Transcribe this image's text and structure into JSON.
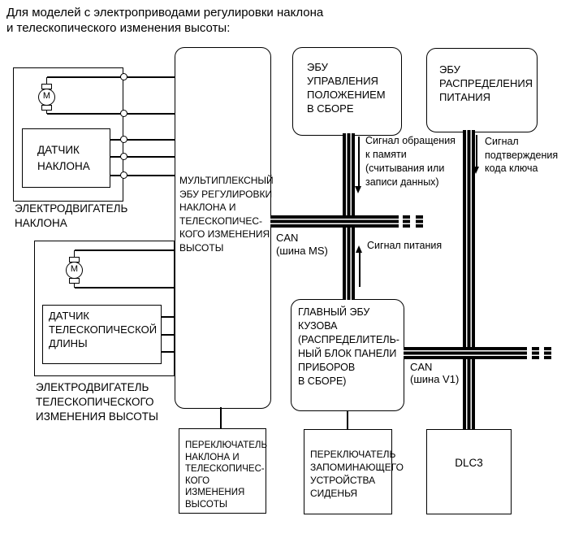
{
  "title": {
    "lines": [
      "Для моделей с электроприводами регулировки наклона",
      "и телескопического изменения высоты:"
    ]
  },
  "blocks": {
    "motor_letter": "M",
    "tilt_assembly": {
      "label_lines": [
        "ЭЛЕКТРОДВИГАТЕЛЬ",
        "НАКЛОНА"
      ]
    },
    "tilt_sensor": {
      "lines": [
        "ДАТЧИК",
        "НАКЛОНА"
      ]
    },
    "telescopic_assembly": {
      "label_lines": [
        "ЭЛЕКТРОДВИГАТЕЛЬ",
        "ТЕЛЕСКОПИЧЕСКОГО",
        "ИЗМЕНЕНИЯ ВЫСОТЫ"
      ]
    },
    "telescopic_sensor": {
      "lines": [
        "ДАТЧИК",
        "ТЕЛЕСКОПИЧЕСКОЙ",
        "ДЛИНЫ"
      ]
    },
    "multiplex_ecu": {
      "lines": [
        "МУЛЬТИПЛЕКСНЫЙ",
        "ЭБУ РЕГУЛИРОВКИ",
        "НАКЛОНА И",
        "ТЕЛЕСКОПИЧЕС-",
        "КОГО ИЗМЕНЕНИЯ",
        "ВЫСОТЫ"
      ]
    },
    "position_ecu": {
      "lines": [
        "ЭБУ",
        "УПРАВЛЕНИЯ",
        "ПОЛОЖЕНИЕМ",
        "В СБОРЕ"
      ]
    },
    "power_ecu": {
      "lines": [
        "ЭБУ",
        "РАСПРЕДЕЛЕНИЯ",
        "ПИТАНИЯ"
      ]
    },
    "main_body_ecu": {
      "lines": [
        "ГЛАВНЫЙ ЭБУ",
        "КУЗОВА",
        "(РАСПРЕДЕЛИТЕЛЬ-",
        "НЫЙ БЛОК ПАНЕЛИ",
        "ПРИБОРОВ",
        "В СБОРЕ)"
      ]
    },
    "tilt_switch": {
      "lines": [
        "ПЕРЕКЛЮЧАТЕЛЬ",
        "НАКЛОНА И",
        "ТЕЛЕСКОПИЧЕС-",
        "КОГО",
        "ИЗМЕНЕНИЯ",
        "ВЫСОТЫ"
      ]
    },
    "memory_switch": {
      "lines": [
        "ПЕРЕКЛЮЧАТЕЛЬ",
        "ЗАПОМИНАЮЩЕГО",
        "УСТРОЙСТВА",
        "СИДЕНЬЯ"
      ]
    },
    "dlc3": {
      "label": "DLC3"
    }
  },
  "annotations": {
    "memory_signal": {
      "lines": [
        "Сигнал обращения",
        "к памяти",
        "(считывания или",
        "записи данных)"
      ]
    },
    "key_code_signal": {
      "lines": [
        "Сигнал",
        "подтверждения",
        "кода ключа"
      ]
    },
    "power_signal": {
      "lines": [
        "Сигнал питания"
      ]
    },
    "can_ms": {
      "lines": [
        "CAN",
        "(шина MS)"
      ]
    },
    "can_v1": {
      "lines": [
        "CAN",
        "(шина V1)"
      ]
    }
  },
  "colors": {
    "line": "#000000",
    "background": "#ffffff"
  }
}
